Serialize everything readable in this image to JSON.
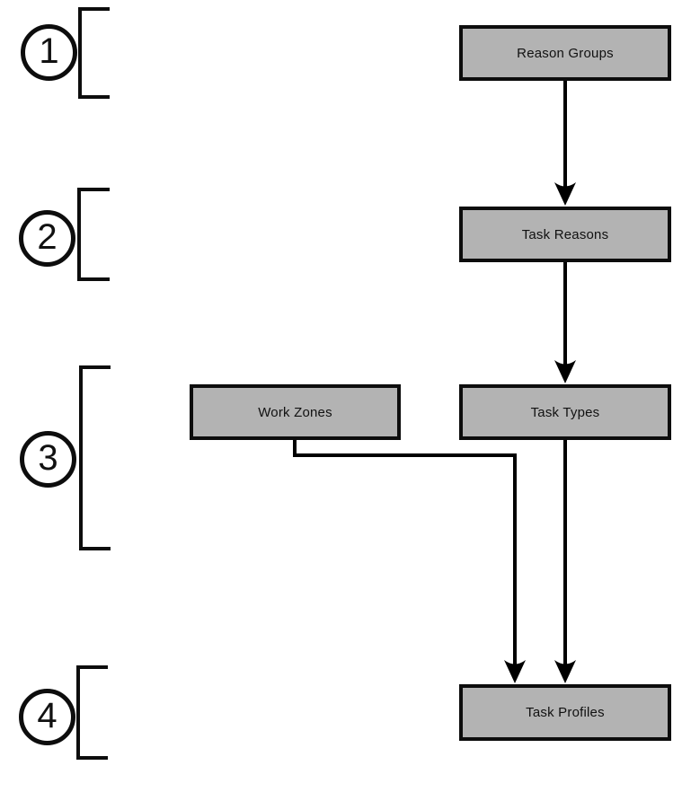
{
  "diagram": {
    "type": "flowchart",
    "background_color": "#ffffff",
    "node_fill_color": "#b3b3b3",
    "node_border_color": "#0d0d0d",
    "line_color": "#000000",
    "steps": [
      {
        "number": "1"
      },
      {
        "number": "2"
      },
      {
        "number": "3"
      },
      {
        "number": "4"
      }
    ],
    "nodes": [
      {
        "id": "reason-groups",
        "label": "Reason Groups",
        "step": "1"
      },
      {
        "id": "task-reasons",
        "label": "Task Reasons",
        "step": "2"
      },
      {
        "id": "work-zones",
        "label": "Work Zones",
        "step": "3"
      },
      {
        "id": "task-types",
        "label": "Task Types",
        "step": "3"
      },
      {
        "id": "task-profiles",
        "label": "Task Profiles",
        "step": "4"
      }
    ],
    "edges": [
      {
        "from": "reason-groups",
        "to": "task-reasons",
        "style": "straight-arrow"
      },
      {
        "from": "task-reasons",
        "to": "task-types",
        "style": "straight-arrow"
      },
      {
        "from": "task-types",
        "to": "task-profiles",
        "style": "straight-arrow"
      },
      {
        "from": "work-zones",
        "to": "task-profiles",
        "style": "elbow-arrow"
      }
    ]
  }
}
